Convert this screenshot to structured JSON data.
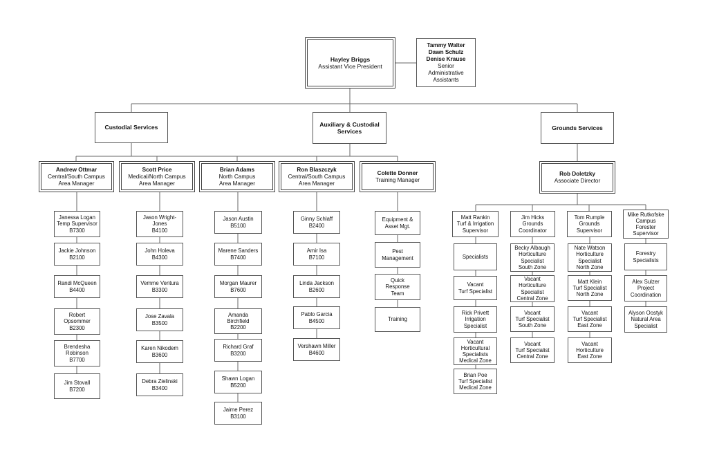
{
  "root": {
    "name": "Hayley Briggs",
    "title": "Assistant Vice President"
  },
  "assistants": {
    "names": [
      "Tammy Walter",
      "Dawn Schulz",
      "Denise Krause"
    ],
    "title_lines": [
      "Senior",
      "Administrative",
      "Assistants"
    ]
  },
  "departments": {
    "custodial": "Custodial Services",
    "auxiliary": "Auxiliary & Custodial Services",
    "grounds": "Grounds Services"
  },
  "managers": [
    {
      "name": "Andrew Ottmar",
      "lines": [
        "Central/South Campus",
        "Area Manager"
      ]
    },
    {
      "name": "Scott Price",
      "lines": [
        "Medical/North Campus",
        "Area Manager"
      ]
    },
    {
      "name": "Brian Adams",
      "lines": [
        "North Campus",
        "Area Manager"
      ]
    },
    {
      "name": "Ron Blaszczyk",
      "lines": [
        "Central/South Campus",
        "Area Manager"
      ]
    },
    {
      "name": "Colette Donner",
      "lines": [
        "Training Manager"
      ]
    },
    {
      "name": "Rob Doletzky",
      "lines": [
        "Associate Director"
      ]
    }
  ],
  "columns": [
    [
      [
        "Janessa Logan",
        "Temp Supervisor",
        "B7300"
      ],
      [
        "Jackie Johnson",
        "B2100"
      ],
      [
        "Randi McQueen",
        "B4400"
      ],
      [
        "Robert",
        "Opsommer",
        "B2300"
      ],
      [
        "Brendesha",
        "Robinson",
        "B7700"
      ],
      [
        "Jim Stovall",
        "B7200"
      ]
    ],
    [
      [
        "Jason Wright-",
        "Jones",
        "B4100"
      ],
      [
        "John Holeva",
        "B4300"
      ],
      [
        "Vemme Ventura",
        "B3300"
      ],
      [
        "Jose Zavala",
        "B3500"
      ],
      [
        "Karen Nikodem",
        "B3600"
      ],
      [
        "Debra Zielinski",
        "B3400"
      ]
    ],
    [
      [
        "Jason Austin",
        "B5100"
      ],
      [
        "Marene Sanders",
        "B7400"
      ],
      [
        "Morgan Maurer",
        "B7600"
      ],
      [
        "Amanda",
        "Birchfield",
        "B2200"
      ],
      [
        "Richard Graf",
        "B3200"
      ],
      [
        "Shawn Logan",
        "B5200"
      ],
      [
        "Jaime Perez",
        "B3100"
      ]
    ],
    [
      [
        "Ginny Schlaff",
        "B2400"
      ],
      [
        "Amir Isa",
        "B7100"
      ],
      [
        "Linda Jackson",
        "B2600"
      ],
      [
        "Pablo Garcia",
        "B4500"
      ],
      [
        "Vershawn Miller",
        "B4600"
      ]
    ],
    [
      [
        "Equipment &",
        "Asset Mgt."
      ],
      [
        "Pest",
        "Management"
      ],
      [
        "Quick",
        "Response",
        "Team"
      ],
      [
        "Training"
      ]
    ]
  ],
  "grounds_heads": [
    [
      "Matt Rankin",
      "Turf & Irrigation",
      "Supervisor"
    ],
    [
      "Jim Hicks",
      "Grounds",
      "Coordinator"
    ],
    [
      "Tom Rumple",
      "Grounds",
      "Supervisor"
    ],
    [
      "Mike Rutkofske",
      "Campus",
      "Forester",
      "Supervisor"
    ]
  ],
  "grounds_columns": [
    [
      [
        "Specialists"
      ],
      [
        "Vacant",
        "Turf Specialist"
      ],
      [
        "Rick Privett",
        "Irrigation",
        "Specialist"
      ],
      [
        "Vacant",
        "Horticultural",
        "Specialists",
        "Medical Zone"
      ],
      [
        "Brian Poe",
        "Turf Specialist",
        "Medical Zone"
      ]
    ],
    [
      [
        "Becky Albaugh",
        "Horticulture",
        "Specialist",
        "South Zone"
      ],
      [
        "Vacant",
        "Horticulture",
        "Specialist",
        "Central Zone"
      ],
      [
        "Vacant",
        "Turf Specialist",
        "South Zone"
      ],
      [
        "Vacant",
        "Turf Specialist",
        "Central Zone"
      ]
    ],
    [
      [
        "Nate Watson",
        "Horticulture",
        "Specialist",
        "North Zone"
      ],
      [
        "Matt Klein",
        "Turf Specialist",
        "North Zone"
      ],
      [
        "Vacant",
        "Turf Specialist",
        "East Zone"
      ],
      [
        "Vacant",
        "Horticulture",
        "East Zone"
      ]
    ],
    [
      [
        "Forestry",
        "Specialists"
      ],
      [
        "Alex Sulzer",
        "Project",
        "Coordination"
      ],
      [
        "Alyson Oostyk",
        "Natural Area",
        "Specialist"
      ]
    ]
  ]
}
